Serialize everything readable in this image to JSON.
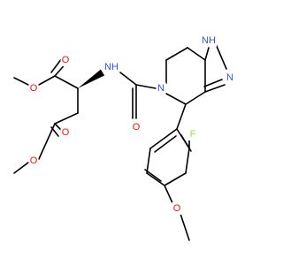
{
  "colors": {
    "oxygen": "#ff0d0d",
    "nitrogen": "#3050f8",
    "fluorine": "#90e050",
    "carbon_bond": "#000000",
    "background": "#ffffff"
  },
  "atoms": [
    {
      "label": "O",
      "element": "oxygen"
    },
    {
      "label": "O",
      "element": "oxygen"
    },
    {
      "label": "O",
      "element": "oxygen"
    },
    {
      "label": "O",
      "element": "oxygen"
    },
    {
      "label": "NH",
      "element": "nitrogen"
    },
    {
      "label": "O",
      "element": "oxygen"
    },
    {
      "label": "N",
      "element": "nitrogen"
    },
    {
      "label": "NH",
      "element": "nitrogen"
    },
    {
      "label": "N",
      "element": "nitrogen"
    },
    {
      "label": "F",
      "element": "fluorine"
    },
    {
      "label": "O",
      "element": "oxygen"
    }
  ]
}
